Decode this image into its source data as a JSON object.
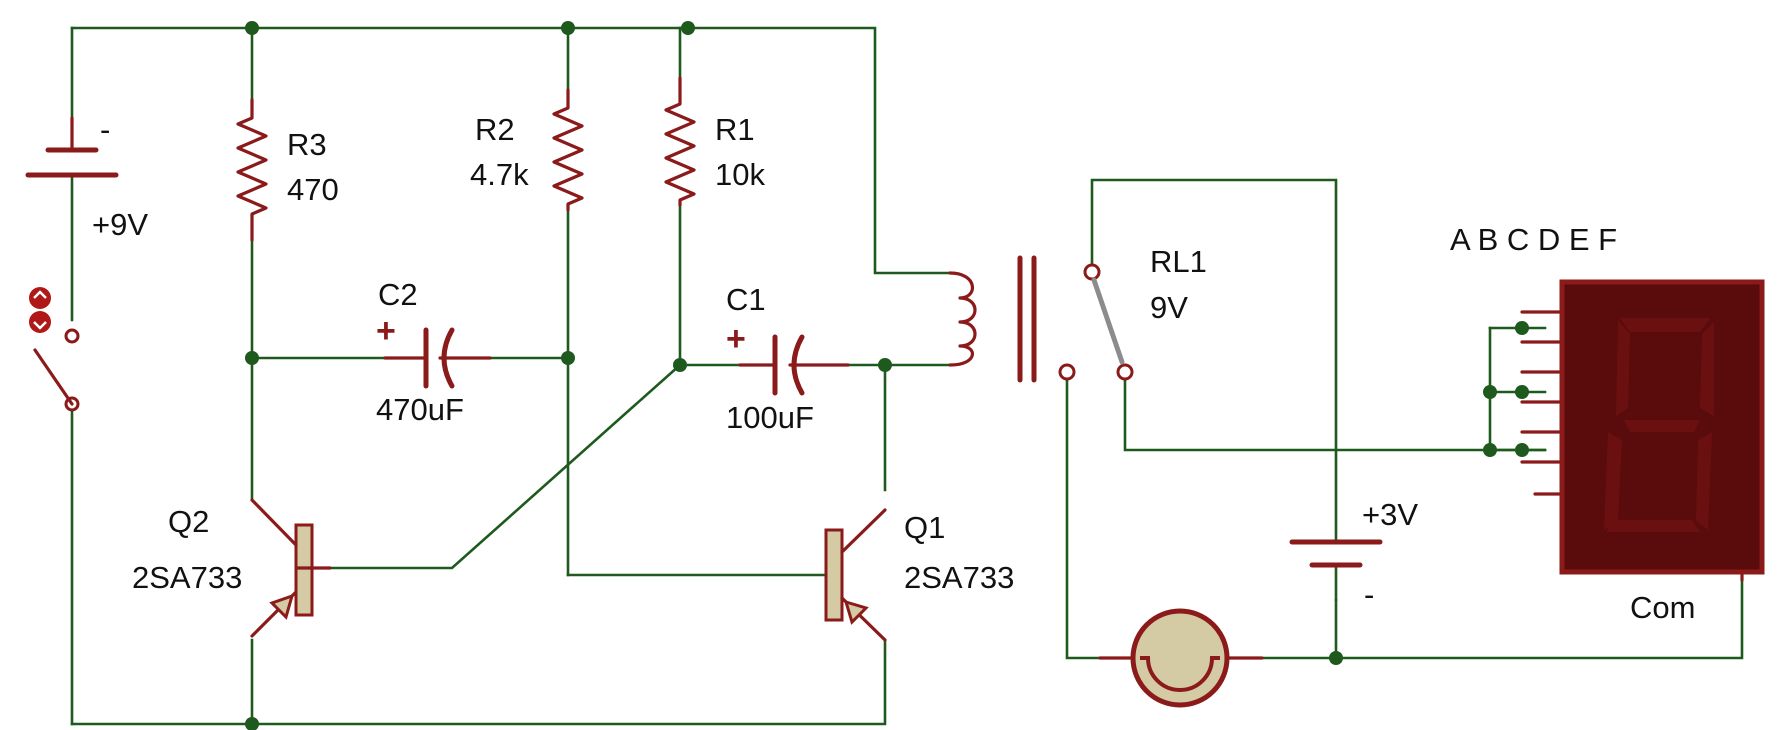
{
  "battery_main": {
    "minus": "-",
    "voltage": "+9V"
  },
  "battery_aux": {
    "voltage": "+3V",
    "minus": "-"
  },
  "R3": {
    "name": "R3",
    "value": "470"
  },
  "R2": {
    "name": "R2",
    "value": "4.7k"
  },
  "R1": {
    "name": "R1",
    "value": "10k"
  },
  "C2": {
    "name": "C2",
    "value": "470uF",
    "polarity": "+"
  },
  "C1": {
    "name": "C1",
    "value": "100uF",
    "polarity": "+"
  },
  "Q2": {
    "name": "Q2",
    "part": "2SA733"
  },
  "Q1": {
    "name": "Q1",
    "part": "2SA733"
  },
  "relay": {
    "name": "RL1",
    "voltage": "9V"
  },
  "display": {
    "segment_labels": "A B C D E F",
    "common": "Com"
  },
  "colors": {
    "wire": "#1e5a1e",
    "component": "#8b1a1a",
    "junction": "#1e5a1e",
    "display_body": "#5a0b0b",
    "lamp": "#d4caa4"
  }
}
